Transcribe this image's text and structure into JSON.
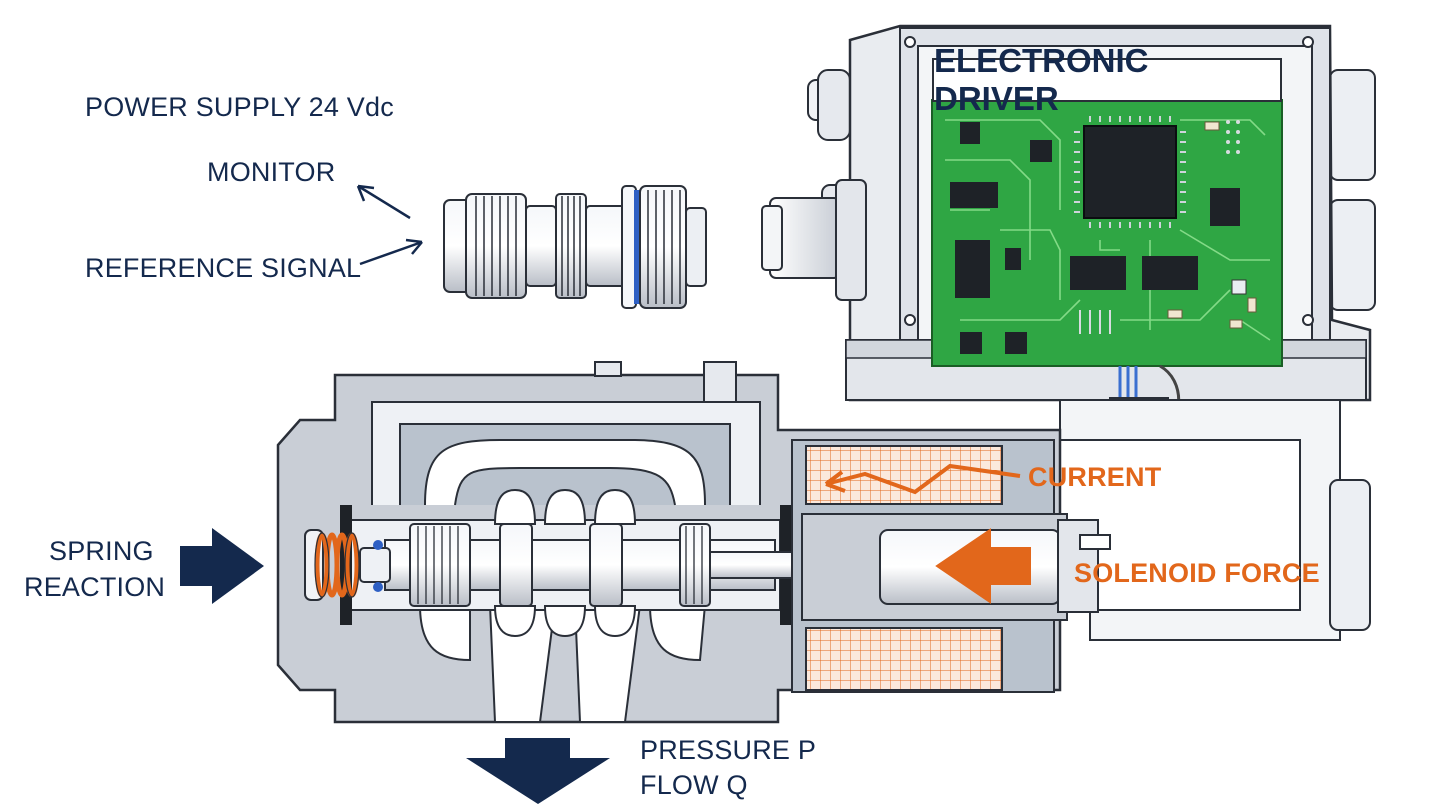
{
  "labels": {
    "power_supply": "POWER SUPPLY 24 Vdc",
    "monitor": "MONITOR",
    "reference_signal": "REFERENCE SIGNAL",
    "electronic_driver": "ELECTRONIC DRIVER",
    "current": "CURRENT",
    "solenoid_force": "SOLENOID FORCE",
    "spring_reaction_line1": "SPRING",
    "spring_reaction_line2": "REACTION",
    "pressure": "PRESSURE P",
    "flow": "FLOW Q"
  },
  "colors": {
    "navy": "#14294d",
    "orange": "#e2671b",
    "pcb_green": "#2fa644",
    "body_gray": "#c9ced6",
    "chamber_light": "#eef1f5",
    "outline": "#2a2f38"
  },
  "icons": {
    "solenoid_force_arrow": "arrow-left-icon",
    "spring_reaction_arrow": "arrow-right-icon",
    "flow_arrow": "arrow-down-icon",
    "current_path": "zigzag-arrow-icon"
  }
}
